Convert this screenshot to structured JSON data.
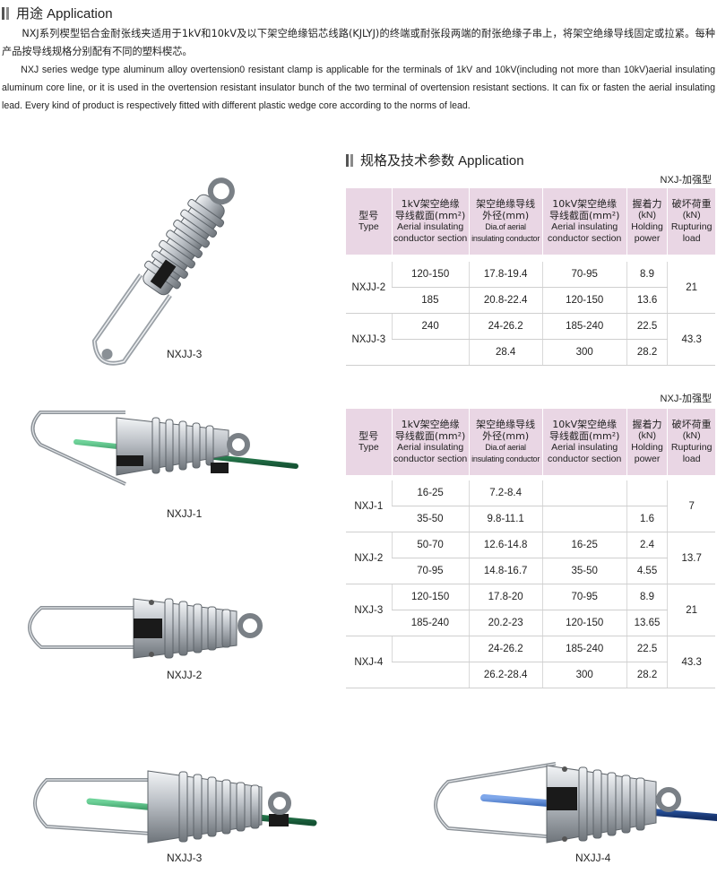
{
  "section1": {
    "title": "用途 Application"
  },
  "intro": {
    "zh": "NXJ系列楔型铝合金耐张线夹适用于1kV和10kV及以下架空绝缘铝芯线路(KJLYJ)的终端或耐张段两端的耐张绝缘子串上，将架空绝缘导线固定或拉紧。每种产品按导线规格分别配有不同的塑料楔芯。",
    "en": "NXJ series wedge type aluminum alloy overtension0 resistant clamp is applicable for the terminals of 1kV and 10kV(including not more than 10kV)aerial insulating aluminum core line, or it is used in the overtension resistant insulator bunch of the two terminal of overtension resistant sections. It can fix or fasten the aerial insulating lead. Every kind of product is respectively fitted with different plastic wedge core according to the norms of lead."
  },
  "section2": {
    "title": "规格及技术参数 Application"
  },
  "headers": {
    "type_zh": "型号",
    "type_en": "Type",
    "sec1_zh1": "1kV架空绝缘",
    "sec1_zh2": "导线截面(mm²)",
    "sec1_en1": "Aerial insulating",
    "sec1_en2": "conductor section",
    "dia_zh1": "架空绝缘导线",
    "dia_zh2": "外径(mm)",
    "dia_en1": "Dia.of aerial",
    "dia_en2": "insulating conductor",
    "sec10_zh1": "10kV架空绝缘",
    "sec10_zh2": "导线截面(mm²)",
    "sec10_en1": "Aerial insulating",
    "sec10_en2": "conductor section",
    "hold_zh": "握着力",
    "hold_unit": "(kN)",
    "hold_en1": "Holding",
    "hold_en2": "power",
    "rupt_zh": "破坏荷重",
    "rupt_unit": "(kN)",
    "rupt_en1": "Rupturing",
    "rupt_en2": "load"
  },
  "table1": {
    "variant": "NXJ-加强型",
    "rows": [
      {
        "model": "NXJJ-2",
        "sec1": "120-150",
        "dia": "17.8-19.4",
        "sec10": "70-95",
        "hold": "8.9",
        "rupt": "21"
      },
      {
        "model": "",
        "sec1": "185",
        "dia": "20.8-22.4",
        "sec10": "120-150",
        "hold": "13.6",
        "rupt": ""
      },
      {
        "model": "NXJJ-3",
        "sec1": "240",
        "dia": "24-26.2",
        "sec10": "185-240",
        "hold": "22.5",
        "rupt": "43.3"
      },
      {
        "model": "",
        "sec1": "",
        "dia": "28.4",
        "sec10": "300",
        "hold": "28.2",
        "rupt": ""
      }
    ]
  },
  "table2": {
    "variant": "NXJ-加强型",
    "rows": [
      {
        "model": "NXJ-1",
        "sec1": "16-25",
        "dia": "7.2-8.4",
        "sec10": "",
        "hold": "",
        "rupt": "7"
      },
      {
        "model": "",
        "sec1": "35-50",
        "dia": "9.8-11.1",
        "sec10": "",
        "hold": "1.6",
        "rupt": ""
      },
      {
        "model": "NXJ-2",
        "sec1": "50-70",
        "dia": "12.6-14.8",
        "sec10": "16-25",
        "hold": "2.4",
        "rupt": "13.7"
      },
      {
        "model": "",
        "sec1": "70-95",
        "dia": "14.8-16.7",
        "sec10": "35-50",
        "hold": "4.55",
        "rupt": ""
      },
      {
        "model": "NXJ-3",
        "sec1": "120-150",
        "dia": "17.8-20",
        "sec10": "70-95",
        "hold": "8.9",
        "rupt": "21"
      },
      {
        "model": "",
        "sec1": "185-240",
        "dia": "20.2-23",
        "sec10": "120-150",
        "hold": "13.65",
        "rupt": ""
      },
      {
        "model": "NXJ-4",
        "sec1": "",
        "dia": "24-26.2",
        "sec10": "185-240",
        "hold": "22.5",
        "rupt": "43.3"
      },
      {
        "model": "",
        "sec1": "",
        "dia": "26.2-28.4",
        "sec10": "300",
        "hold": "28.2",
        "rupt": ""
      }
    ]
  },
  "captions": {
    "top": "NXJJ-3",
    "nxjj1": "NXJJ-1",
    "nxjj2": "NXJJ-2",
    "nxjj3": "NXJJ-3",
    "nxjj4": "NXJJ-4"
  },
  "colors": {
    "header_bg": "#e9d6e4",
    "cable_green": "#2e8a57",
    "cable_blue": "#2f5fb0"
  }
}
